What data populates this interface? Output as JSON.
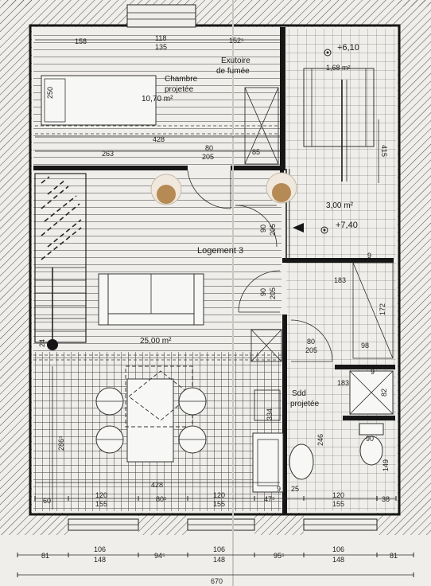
{
  "rooms": {
    "chambre": "Chambre",
    "chambre_sub": "projetée",
    "chambre_area": "10,70 m²",
    "exutoire": "Exutoire",
    "exutoire_sub": "de fumée",
    "stair_area": "1,68 m²",
    "level_top": "+6,10",
    "palier_area": "3,00 m²",
    "level_mid": "+7,40",
    "logement": "Logement 3",
    "sejour_area": "25,00 m²",
    "sdd": "Sdd",
    "sdd_sub": "projetée"
  },
  "dims": {
    "top_158": "158",
    "top_118": "118",
    "top_135": "135",
    "top_152": "152⁵",
    "bed_250": "250",
    "d_428a": "428",
    "d_263": "263",
    "d_80a": "80",
    "d_205a": "205",
    "d_85": "85",
    "d_415": "415",
    "door_90a": "90",
    "door_205b": "205",
    "door_90b": "90",
    "door_205c": "205",
    "d_9": "9",
    "d_183a": "183",
    "d_172": "172",
    "d_80b": "80",
    "d_205d": "205",
    "d_98": "98",
    "d_183b": "183",
    "d_82": "82",
    "d_9b": "9",
    "d_90c": "90",
    "d_334": "334",
    "d_246": "246",
    "d_149": "149",
    "d_286": "286⁵",
    "d_24": "24",
    "d_428b": "428",
    "b_60": "60",
    "b_120a": "120",
    "b_155a": "155",
    "b_80": "80⁵",
    "b_120b": "120",
    "b_155b": "155",
    "b_47": "47⁵",
    "b_9": "9",
    "b_25": "25",
    "b_120c": "120",
    "b_155c": "155",
    "b_38": "38",
    "e_81a": "81",
    "e_106a": "106",
    "e_148a": "148",
    "e_94": "94⁵",
    "e_106b": "106",
    "e_148b": "148",
    "e_95": "95⁵",
    "e_106c": "106",
    "e_148c": "148",
    "e_81b": "81",
    "e_670": "670"
  }
}
